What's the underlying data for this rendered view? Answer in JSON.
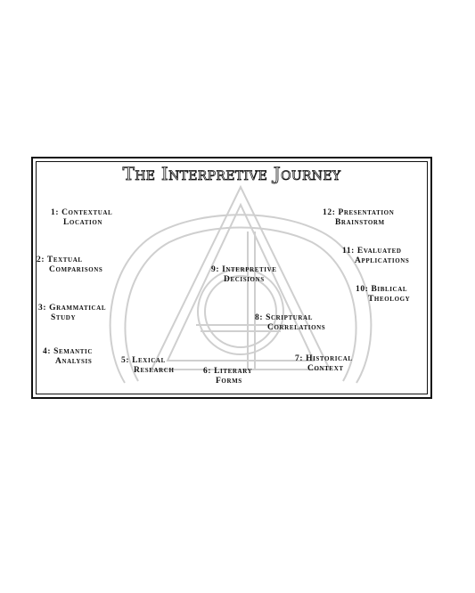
{
  "diagram": {
    "title": "The Interpretive Journey",
    "steps": [
      {
        "line1": "1: Contextual",
        "line2": "Location"
      },
      {
        "line1": "2: Textual",
        "line2": "Comparisons"
      },
      {
        "line1": "3: Grammatical",
        "line2": "Study"
      },
      {
        "line1": "4: Semantic",
        "line2": "Analysis"
      },
      {
        "line1": "5: Lexical",
        "line2": "Research"
      },
      {
        "line1": "6: Literary",
        "line2": "Forms"
      },
      {
        "line1": "7: Historical",
        "line2": "Context"
      },
      {
        "line1": "8: Scriptural",
        "line2": "Correlations"
      },
      {
        "line1": "9: Interpretive",
        "line2": "Decisions"
      },
      {
        "line1": "10: Biblical",
        "line2": "Theology"
      },
      {
        "line1": "11: Evaluated",
        "line2": "Applications"
      },
      {
        "line1": "12: Presentation",
        "line2": "Brainstorm"
      }
    ]
  }
}
